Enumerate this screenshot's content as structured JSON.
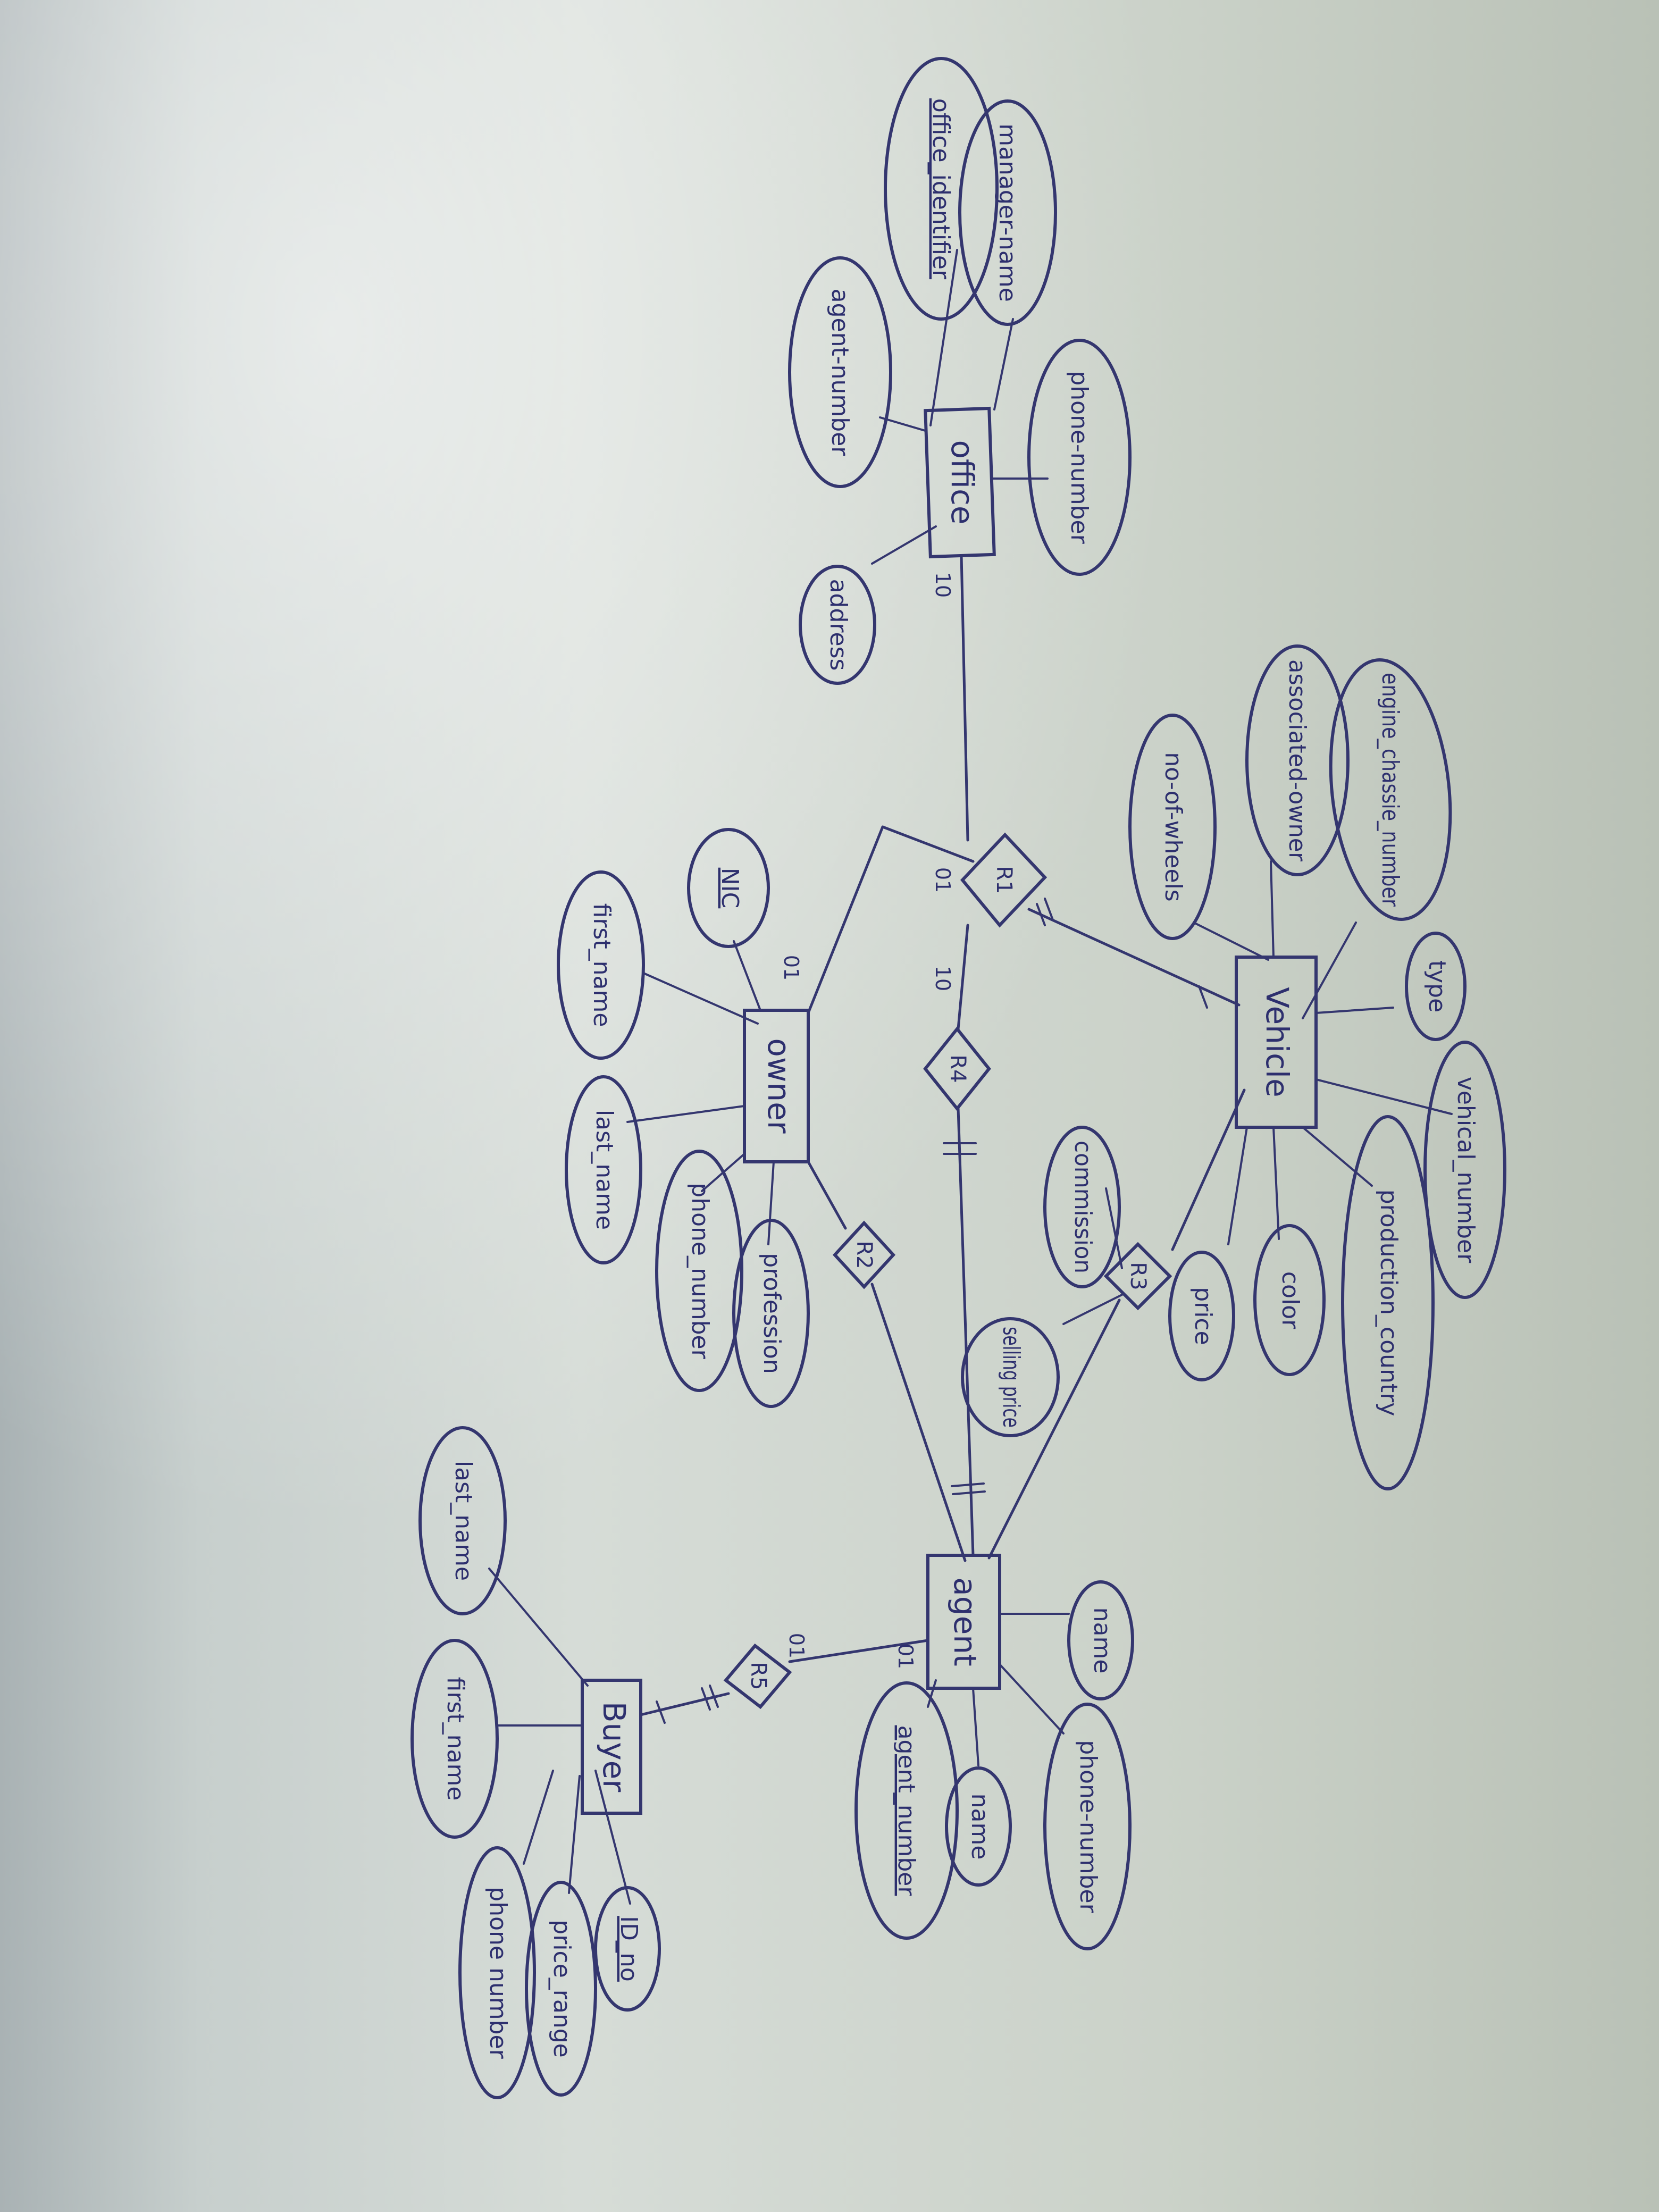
{
  "entities": {
    "office": {
      "label": "office"
    },
    "vehicle": {
      "label": "Vehicle"
    },
    "owner": {
      "label": "owner"
    },
    "agent": {
      "label": "agent"
    },
    "buyer": {
      "label": "Buyer"
    }
  },
  "attributes": {
    "office_manager_name": "manager-name",
    "office_identifier": "office_identifier",
    "office_agent_number": "agent-number",
    "office_phone_number": "phone-number",
    "office_address": "address",
    "vehicle_engine_chassis": "engine_chassie_number",
    "vehicle_associated_owner": "associated-owner",
    "vehicle_no_of_wheels": "no-of-wheels",
    "vehicle_type": "type",
    "vehicle_number": "vehical_number",
    "vehicle_production_country": "production_country",
    "vehicle_color": "color",
    "vehicle_price": "price",
    "owner_nic": "NIC",
    "owner_first_name": "first_name",
    "owner_last_name": "last_name",
    "owner_phone_number": "phone_number",
    "owner_profession": "profession",
    "r3_commission": "commission",
    "r3_selling_price": "selling price",
    "agent_name_top": "name",
    "agent_name_bottom": "name",
    "agent_agent_number": "agent_number",
    "agent_phone_number": "phone-number",
    "buyer_last_name": "last_name",
    "buyer_first_name": "first_name",
    "buyer_id_no": "ID_no",
    "buyer_price_range": "price_range",
    "buyer_phone_number": "phone number"
  },
  "relationships": {
    "r1": "R1",
    "r2": "R2",
    "r3": "R3",
    "r4": "R4",
    "r5": "R5"
  },
  "cardinalities": {
    "office_r1_r4": "10",
    "r1_office_side": "01",
    "r1_owner_side": "01",
    "r4_office_side": "10",
    "r5_buyer_side": "01",
    "r5_agent_side": "01"
  }
}
